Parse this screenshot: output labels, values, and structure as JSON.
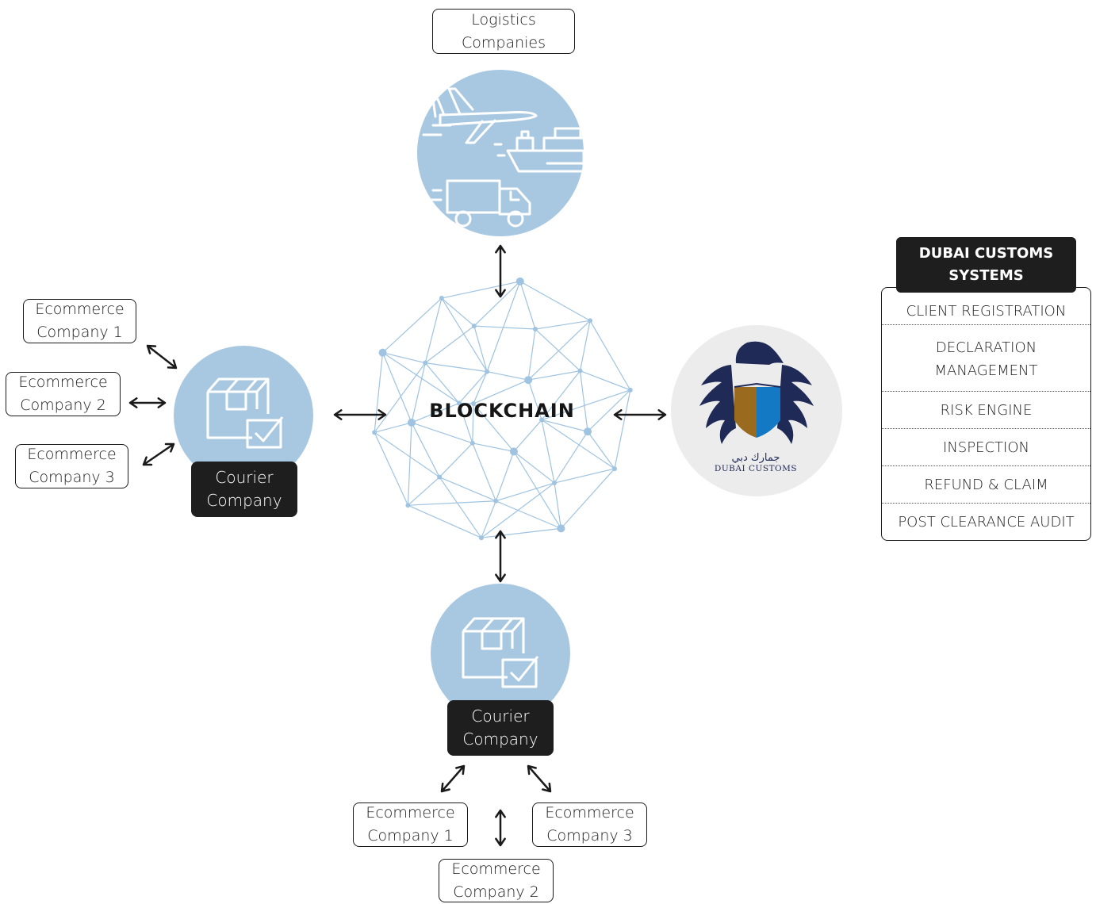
{
  "logistics": {
    "line1": "Logistics",
    "line2": "Companies"
  },
  "blockchain": {
    "label": "BLOCKCHAIN"
  },
  "left_courier": {
    "line1": "Courier",
    "line2": "Company"
  },
  "bottom_courier": {
    "line1": "Courier",
    "line2": "Company"
  },
  "left_ecommerce": [
    {
      "line1": "Ecommerce",
      "line2": "Company 1"
    },
    {
      "line1": "Ecommerce",
      "line2": "Company 2"
    },
    {
      "line1": "Ecommerce",
      "line2": "Company 3"
    }
  ],
  "bottom_ecommerce": [
    {
      "line1": "Ecommerce",
      "line2": "Company 1"
    },
    {
      "line1": "Ecommerce",
      "line2": "Company 2"
    },
    {
      "line1": "Ecommerce",
      "line2": "Company 3"
    }
  ],
  "dubai_customs_logo": {
    "arabic": "جمارك دبي",
    "english": "DUBAI CUSTOMS"
  },
  "systems_panel": {
    "title_line1": "DUBAI CUSTOMS",
    "title_line2": "SYSTEMS",
    "items": [
      {
        "line1": "CLIENT REGISTRATION",
        "line2": ""
      },
      {
        "line1": "DECLARATION",
        "line2": "MANAGEMENT"
      },
      {
        "line1": "RISK ENGINE",
        "line2": ""
      },
      {
        "line1": "INSPECTION",
        "line2": ""
      },
      {
        "line1": "REFUND & CLAIM",
        "line2": ""
      },
      {
        "line1": "POST CLEARANCE AUDIT",
        "line2": ""
      }
    ]
  },
  "colors": {
    "circle_blue": "#a8c8e2",
    "network_line": "#9fc3e0",
    "dark_label": "#1e1e1e",
    "eagle_navy": "#1f2a57",
    "shield_gold": "#9a6a1f",
    "shield_blue": "#1479c4"
  },
  "icons": [
    "airplane-icon",
    "ship-icon",
    "truck-icon",
    "package-check-icon",
    "dubai-customs-eagle-logo",
    "bidirectional-arrow-icon"
  ]
}
